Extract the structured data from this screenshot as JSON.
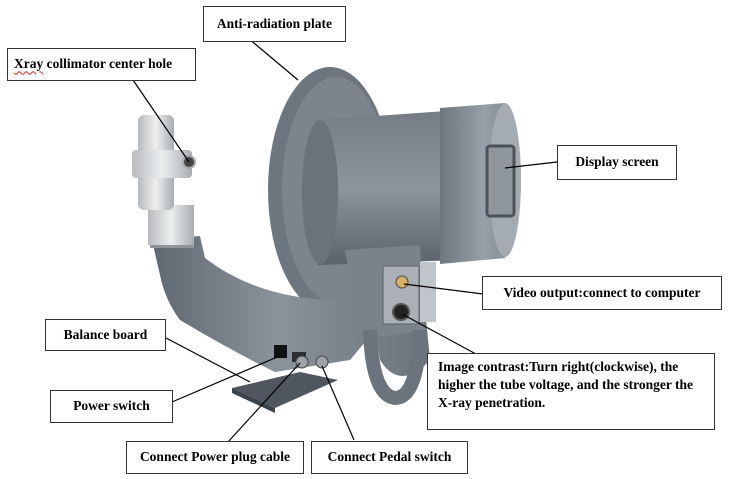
{
  "labels": {
    "anti_radiation_plate": "Anti-radiation plate",
    "collimator_word": "Xray",
    "collimator_rest": " collimator center hole",
    "display_screen": "Display screen",
    "video_output": "Video output:connect to computer",
    "balance_board": "Balance board",
    "power_switch": "Power switch",
    "image_contrast_line1": "Image contrast:Turn right(clockwise), the",
    "image_contrast_line2": "higher the tube voltage, and the stronger the",
    "image_contrast_line3": "X-ray penetration.",
    "power_plug_cable": "Connect Power plug cable",
    "pedal_switch": "Connect Pedal switch"
  },
  "colors": {
    "body_gray": "#7c8590",
    "body_dark": "#5e6670",
    "metal_light": "#d4d6d8",
    "screen": "#8f969c"
  }
}
